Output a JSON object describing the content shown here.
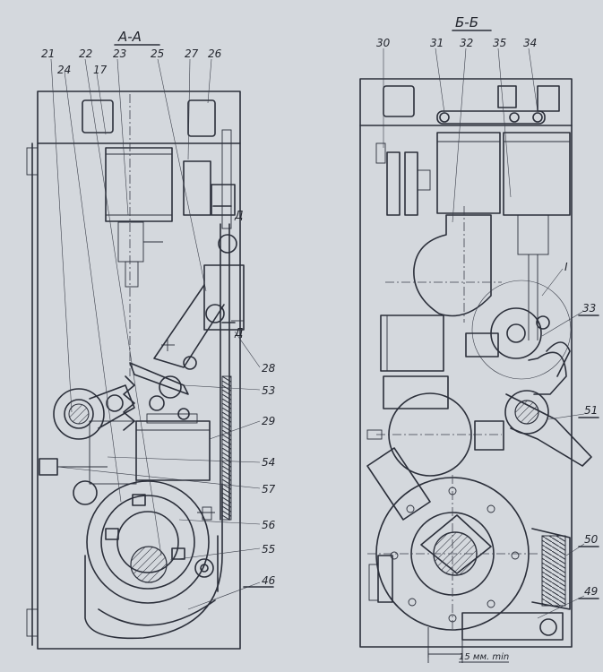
{
  "views": {
    "left": {
      "title": "A-A"
    },
    "right": {
      "title": "Б-Б"
    }
  },
  "section_marks": {
    "d_upper": "Д",
    "d_lower": "Д",
    "detail": "I"
  },
  "callouts_left": [
    "21",
    "24",
    "22",
    "17",
    "23",
    "25",
    "27",
    "26",
    "28",
    "53",
    "29",
    "54",
    "57",
    "56",
    "55",
    "46"
  ],
  "callouts_right": [
    "30",
    "31",
    "32",
    "35",
    "34",
    "33",
    "51",
    "50",
    "49"
  ],
  "dimension": {
    "text": "15 мм. min"
  }
}
